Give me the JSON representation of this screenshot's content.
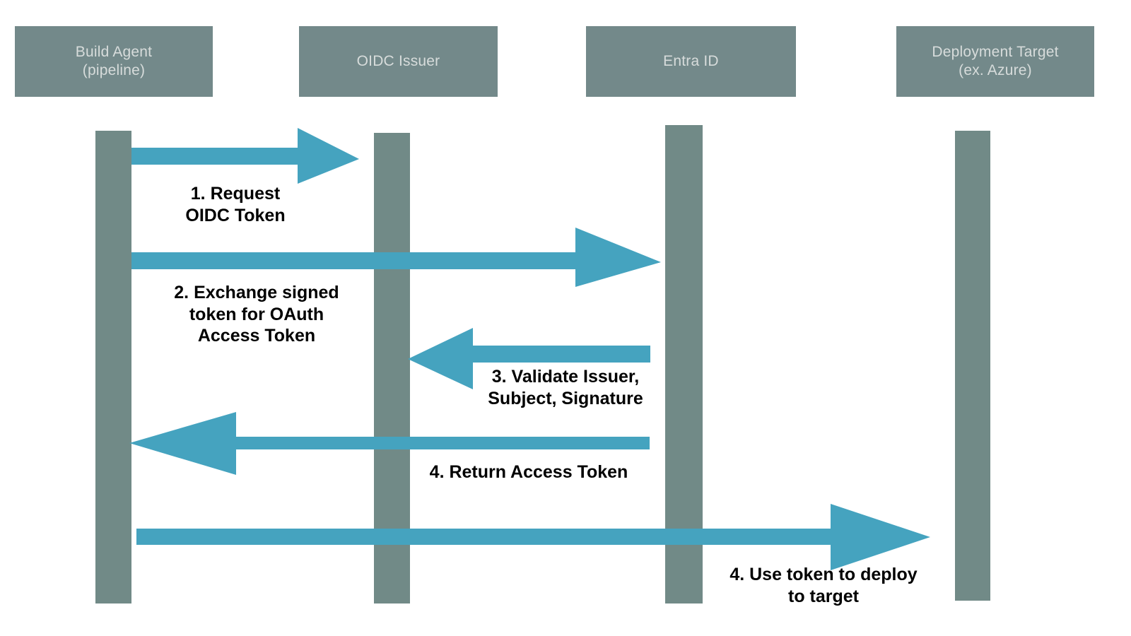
{
  "diagram": {
    "type": "sequence-diagram",
    "title": "OIDC workload identity federation token exchange flow",
    "colors": {
      "participant_box": "#73898A",
      "participant_text": "#D7DCDB",
      "lifeline": "#718A87",
      "arrow": "#45A3BF",
      "label_text": "#000000",
      "background": "#FFFFFF"
    },
    "participants": [
      {
        "id": "build-agent",
        "label": "Build Agent\n(pipeline)"
      },
      {
        "id": "oidc-issuer",
        "label": "OIDC Issuer"
      },
      {
        "id": "entra-id",
        "label": "Entra ID"
      },
      {
        "id": "deployment-target",
        "label": "Deployment Target\n(ex. Azure)"
      }
    ],
    "messages": [
      {
        "index": 1,
        "label": "1. Request\nOIDC Token",
        "from": "build-agent",
        "to": "oidc-issuer",
        "direction": "right"
      },
      {
        "index": 2,
        "label": "2. Exchange signed\ntoken for OAuth\nAccess Token",
        "from": "build-agent",
        "to": "entra-id",
        "direction": "right"
      },
      {
        "index": 3,
        "label": "3. Validate Issuer,\nSubject, Signature",
        "from": "entra-id",
        "to": "oidc-issuer",
        "direction": "left"
      },
      {
        "index": 4,
        "label": "4. Return Access Token",
        "from": "entra-id",
        "to": "build-agent",
        "direction": "left"
      },
      {
        "index": 5,
        "label": "4. Use token to deploy\nto target",
        "from": "build-agent",
        "to": "deployment-target",
        "direction": "right"
      }
    ]
  }
}
